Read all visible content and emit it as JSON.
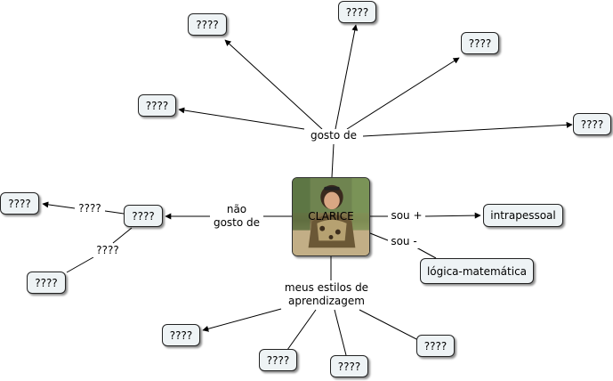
{
  "center": {
    "label": "CLARICE",
    "icon": "photo-of-person"
  },
  "links": {
    "gosto_de": "gosto de",
    "nao_gosto_de": [
      "não",
      "gosto de"
    ],
    "sou_mais": "sou +",
    "sou_menos": "sou -",
    "meus_estilos": [
      "meus estilos de",
      "aprendizagem"
    ],
    "left_unknown_1": "????",
    "left_unknown_2": "????"
  },
  "nodes": {
    "top_1": "????",
    "top_2": "????",
    "top_3": "????",
    "top_4": "????",
    "top_5": "????",
    "left_hub": "????",
    "left_1": "????",
    "left_2": "????",
    "bottom_1": "????",
    "bottom_2": "????",
    "bottom_3": "????",
    "bottom_4": "????",
    "intrapessoal": "intrapessoal",
    "logica": "lógica-matemática"
  }
}
